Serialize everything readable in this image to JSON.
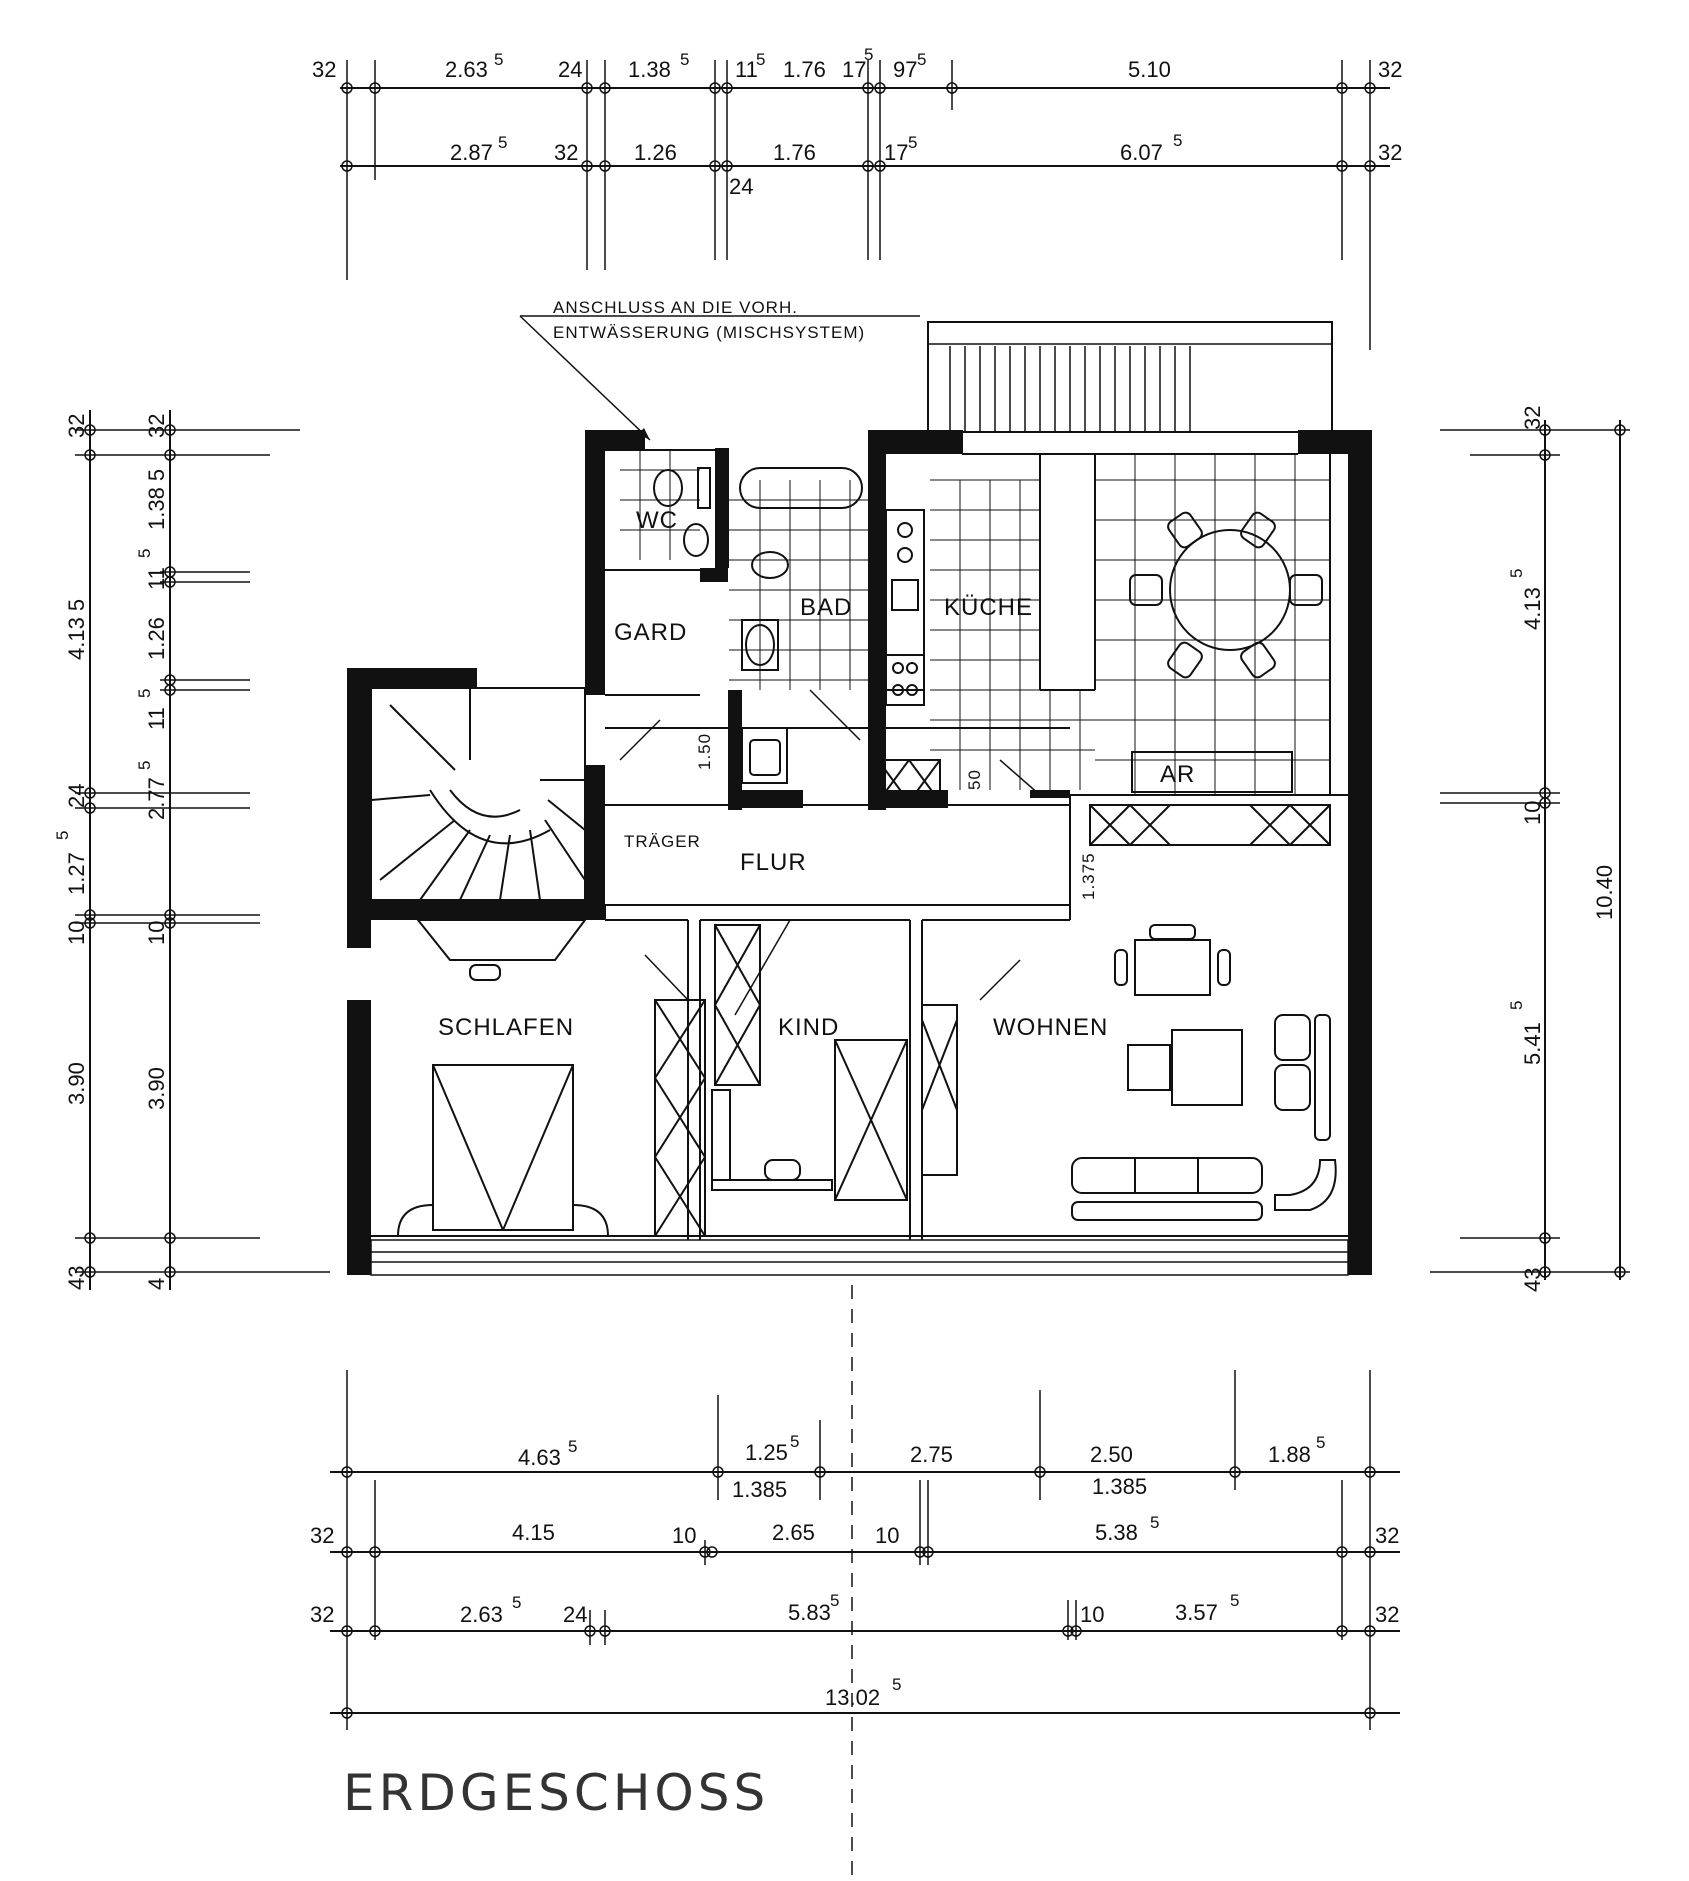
{
  "title": "ERDGESCHOSS",
  "note": {
    "line1": "ANSCHLUSS AN DIE VORH.",
    "line2": "ENTWÄSSERUNG (MISCHSYSTEM)"
  },
  "rooms": {
    "wc": "WC",
    "bad": "BAD",
    "kueche": "KÜCHE",
    "gard": "GARD",
    "flur": "FLUR",
    "traeger": "TRÄGER",
    "ar": "AR",
    "schlafen": "SCHLAFEN",
    "kind": "KIND",
    "wohnen": "WOHNEN"
  },
  "small_dims": {
    "d150": "1.50",
    "d50": "50",
    "d1375": "1.375"
  },
  "top_dims_row1": [
    {
      "v": "32"
    },
    {
      "v": "2.63",
      "s": "5"
    },
    {
      "v": "24"
    },
    {
      "v": "1.38",
      "s": "5"
    },
    {
      "v": "11",
      "s": "5"
    },
    {
      "v": "1.76"
    },
    {
      "v": "17",
      "s": "5"
    },
    {
      "v": "97",
      "s": "5"
    },
    {
      "v": "5.10"
    },
    {
      "v": "32"
    }
  ],
  "top_dims_row2": [
    {
      "v": "2.87",
      "s": "5"
    },
    {
      "v": "32"
    },
    {
      "v": "1.26"
    },
    {
      "v": "24"
    },
    {
      "v": "1.76"
    },
    {
      "v": "17",
      "s": "5"
    },
    {
      "v": "6.07",
      "s": "5"
    },
    {
      "v": "32"
    }
  ],
  "bottom_dims_row1": [
    {
      "v": "4.63",
      "s": "5"
    },
    {
      "v": "1.25",
      "s": "5"
    },
    {
      "v": "1.385"
    },
    {
      "v": "2.75"
    },
    {
      "v": "2.50"
    },
    {
      "v": "1.385"
    },
    {
      "v": "1.88",
      "s": "5"
    }
  ],
  "bottom_dims_row2": [
    {
      "v": "32"
    },
    {
      "v": "4.15"
    },
    {
      "v": "10"
    },
    {
      "v": "2.65"
    },
    {
      "v": "10"
    },
    {
      "v": "5.38",
      "s": "5"
    },
    {
      "v": "32"
    }
  ],
  "bottom_dims_row3": [
    {
      "v": "32"
    },
    {
      "v": "2.63",
      "s": "5"
    },
    {
      "v": "24"
    },
    {
      "v": "5.83",
      "s": "5"
    },
    {
      "v": "10"
    },
    {
      "v": "3.57",
      "s": "5"
    },
    {
      "v": "32"
    }
  ],
  "bottom_total": {
    "v": "13.02",
    "s": "5"
  },
  "left_dims_outer": [
    {
      "v": "32"
    },
    {
      "v": "4.13 5"
    },
    {
      "v": "24"
    },
    {
      "v": "1.27",
      "s": "5"
    },
    {
      "v": "10"
    },
    {
      "v": "3.90"
    },
    {
      "v": "43"
    }
  ],
  "left_dims_inner": [
    {
      "v": "32"
    },
    {
      "v": "1.38 5"
    },
    {
      "v": "11",
      "s": "5"
    },
    {
      "v": "1.26"
    },
    {
      "v": "11",
      "s": "5"
    },
    {
      "v": "2.77",
      "s": "5"
    },
    {
      "v": "10"
    },
    {
      "v": "3.90"
    },
    {
      "v": "4"
    }
  ],
  "right_dims": [
    {
      "v": "32"
    },
    {
      "v": "4.13",
      "s": "5"
    },
    {
      "v": "10"
    },
    {
      "v": "5.41",
      "s": "5"
    },
    {
      "v": "43"
    },
    {
      "v": "10.40"
    }
  ]
}
